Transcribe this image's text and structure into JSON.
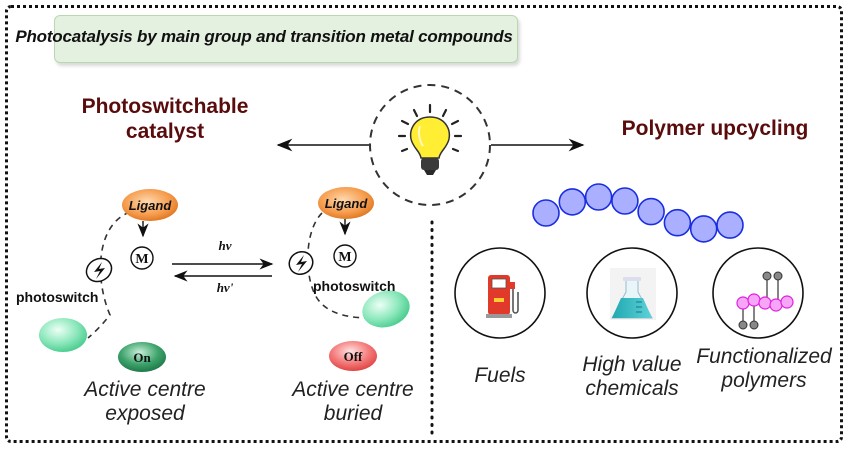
{
  "title": "Photocatalysis by main group and transition metal compounds",
  "left_panel": {
    "heading_line1": "Photoswitchable",
    "heading_line2": "catalyst",
    "ligand_label": "Ligand",
    "metal_label": "M",
    "photoswitch_label": "photoswitch",
    "forward_light": "hv",
    "reverse_light": "hv'",
    "state_on": {
      "badge": "On",
      "caption_line1": "Active centre",
      "caption_line2": "exposed",
      "badge_color": "#2e8b57"
    },
    "state_off": {
      "badge": "Off",
      "caption_line1": "Active centre",
      "caption_line2": "buried",
      "badge_color": "#f25c5c"
    }
  },
  "center": {
    "icon": "light-bulb-icon"
  },
  "right_panel": {
    "heading": "Polymer upcycling",
    "polymer_bead_count": 8,
    "products": [
      {
        "icon": "fuel-pump-icon",
        "line1": "Fuels",
        "line2": ""
      },
      {
        "icon": "flask-icon",
        "line1": "High value",
        "line2": "chemicals"
      },
      {
        "icon": "functionalized-polymer-icon",
        "line1": "Functionalized",
        "line2": "polymers"
      }
    ]
  },
  "colors": {
    "heading": "#5a0c0c",
    "title_bg": "#e4f1e0",
    "ligand": "#f59a4a",
    "bead_fill": "#aab0ff",
    "bead_stroke": "#1a2ee0",
    "green_blob": "#7de3b0",
    "bulb": "#ffee33"
  }
}
